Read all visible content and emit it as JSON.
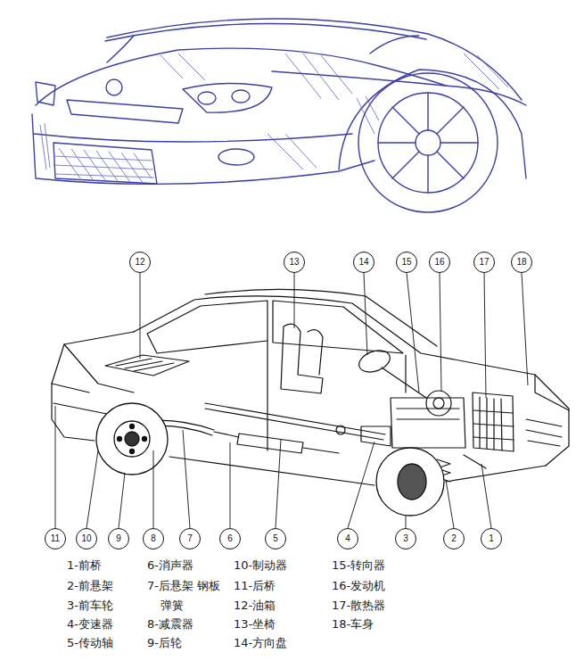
{
  "diagram": {
    "nodes": [
      {
        "text": [
          "12"
        ]
      },
      {
        "text": [
          "13"
        ]
      },
      {
        "text": [
          "14"
        ]
      },
      {
        "text": [
          "15"
        ]
      },
      {
        "text": [
          "16"
        ]
      },
      {
        "text": [
          "17"
        ]
      },
      {
        "text": [
          "18"
        ]
      },
      {
        "text": [
          "11"
        ]
      },
      {
        "text": [
          "10"
        ]
      },
      {
        "text": [
          "9"
        ]
      },
      {
        "text": [
          "8"
        ]
      },
      {
        "text": [
          "7"
        ]
      },
      {
        "text": [
          "6"
        ]
      },
      {
        "text": [
          "5"
        ]
      },
      {
        "text": [
          "4"
        ]
      },
      {
        "text": [
          "3"
        ]
      },
      {
        "text": [
          "2"
        ]
      },
      {
        "text": [
          "1"
        ]
      }
    ],
    "labels": [
      "1-前桥",
      "2-前悬架",
      "3-前车轮",
      "4-变速器",
      "5-传动轴",
      "6-消声器",
      "7-后悬架 钢板弹簧",
      "8-减震器",
      "9-后轮",
      "10-制动器",
      "11-后桥",
      "12-油箱",
      "13-坐椅",
      "14-方向盘",
      "15-转向器",
      "16-发动机",
      "17-散热器",
      "18-车身"
    ]
  }
}
